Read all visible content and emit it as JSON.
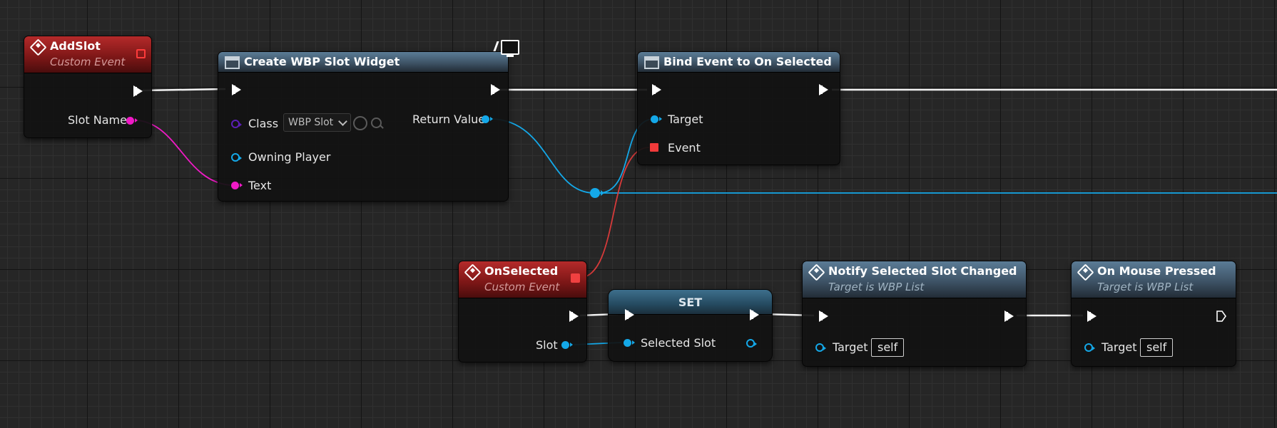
{
  "nodes": {
    "add_slot": {
      "title": "AddSlot",
      "subtitle": "Custom Event",
      "pin_slot_name": "Slot Name"
    },
    "create_widget": {
      "title": "Create WBP Slot Widget",
      "pin_class": "Class",
      "class_value": "WBP Slot",
      "pin_owning_player": "Owning Player",
      "pin_text": "Text",
      "pin_return_value": "Return Value"
    },
    "bind_event": {
      "title": "Bind Event to On Selected",
      "pin_target": "Target",
      "pin_event": "Event"
    },
    "on_selected": {
      "title": "OnSelected",
      "subtitle": "Custom Event",
      "pin_slot": "Slot"
    },
    "set": {
      "title": "SET",
      "pin_selected_slot": "Selected Slot"
    },
    "notify": {
      "title": "Notify Selected Slot Changed",
      "subtitle": "Target is WBP List",
      "pin_target": "Target",
      "target_value": "self"
    },
    "mouse_pressed": {
      "title": "On Mouse Pressed",
      "subtitle": "Target is WBP List",
      "pin_target": "Target",
      "target_value": "self"
    }
  },
  "colors": {
    "exec_wire": "#ffffff",
    "object_wire": "#14a8e8",
    "text_wire": "#f01ac6",
    "delegate_wire": "#d63a3a",
    "event_header": "#9c2020",
    "function_header": "#4a6378"
  },
  "icons": {
    "event": "event-diamond-icon",
    "function": "function-icon",
    "delegate": "delegate-square-icon",
    "client": "monitor-icon"
  }
}
